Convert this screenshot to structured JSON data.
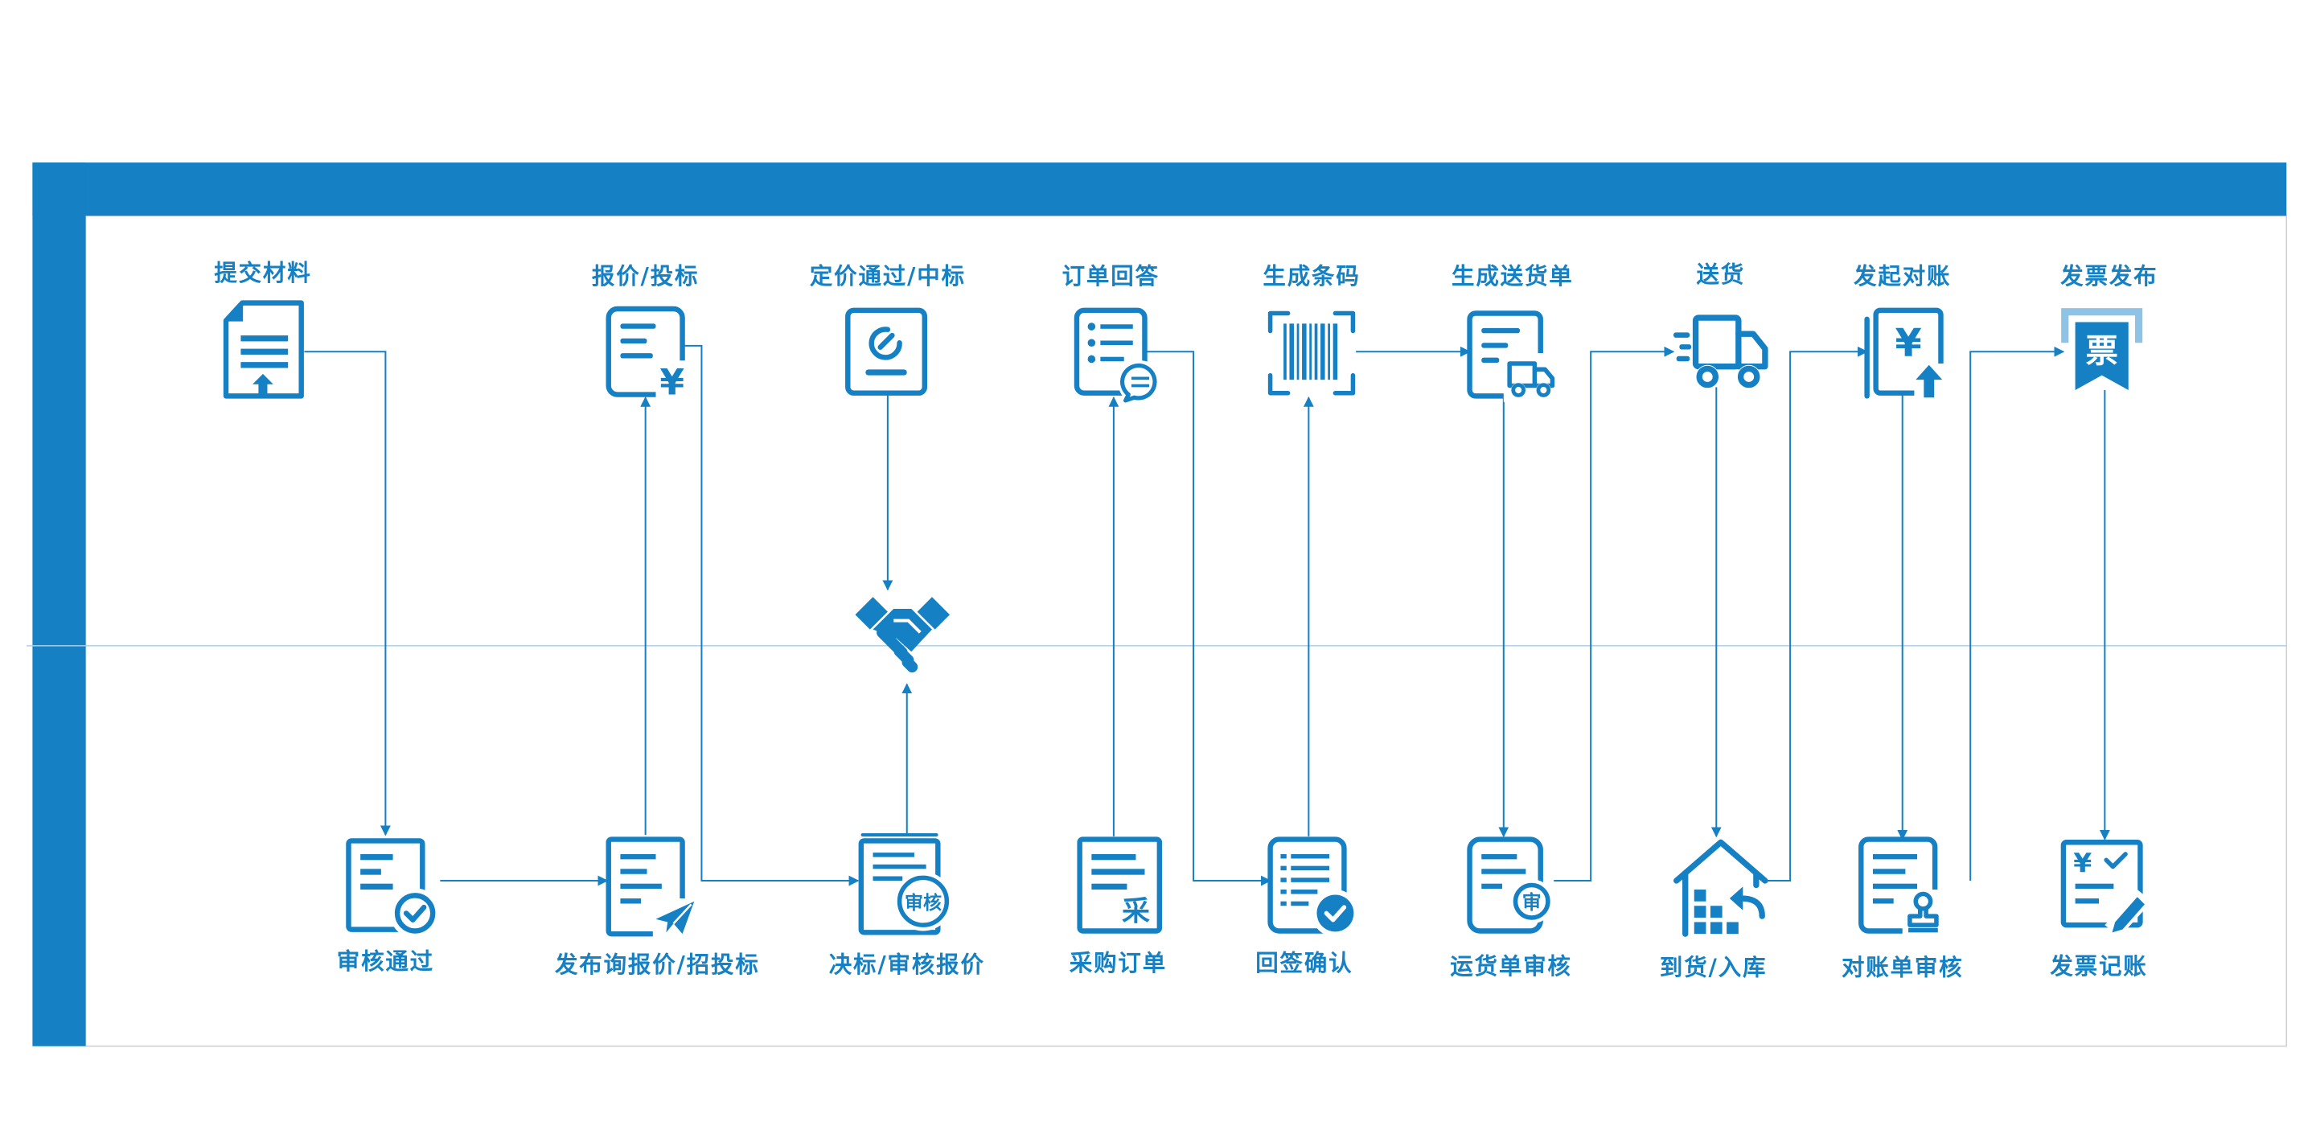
{
  "colors": {
    "primary": "#1580c4",
    "light_accent": "#8ec3e6",
    "divider": "#a9cfea",
    "panel_border": "#cfcfcf",
    "background": "#ffffff"
  },
  "top_steps": [
    {
      "label": "提交材料",
      "icon": "document-upload-icon"
    },
    {
      "label": "报价/投标",
      "icon": "quote-document-yen-icon",
      "glyph": "¥"
    },
    {
      "label": "定价通过/中标",
      "icon": "pricing-approved-icon"
    },
    {
      "label": "订单回答",
      "icon": "order-reply-icon"
    },
    {
      "label": "生成条码",
      "icon": "barcode-icon"
    },
    {
      "label": "生成送货单",
      "icon": "delivery-note-icon"
    },
    {
      "label": "送货",
      "icon": "delivery-truck-icon"
    },
    {
      "label": "发起对账",
      "icon": "reconciliation-start-icon",
      "glyph": "¥"
    },
    {
      "label": "发票发布",
      "icon": "invoice-publish-icon",
      "glyph": "票"
    }
  ],
  "center": {
    "icon": "handshake-icon"
  },
  "bottom_steps": [
    {
      "label": "审核通过",
      "icon": "approved-document-icon"
    },
    {
      "label": "发布询报价/招投标",
      "icon": "publish-inquiry-icon"
    },
    {
      "label": "决标/审核报价",
      "icon": "bid-review-icon",
      "glyph": "审核"
    },
    {
      "label": "采购订单",
      "icon": "purchase-order-icon",
      "glyph": "采"
    },
    {
      "label": "回签确认",
      "icon": "sign-back-confirm-icon"
    },
    {
      "label": "运货单审核",
      "icon": "waybill-review-icon",
      "glyph": "审"
    },
    {
      "label": "到货/入库",
      "icon": "warehouse-receipt-icon"
    },
    {
      "label": "对账单审核",
      "icon": "statement-review-icon"
    },
    {
      "label": "发票记账",
      "icon": "invoice-booking-icon",
      "glyph": "¥"
    }
  ]
}
